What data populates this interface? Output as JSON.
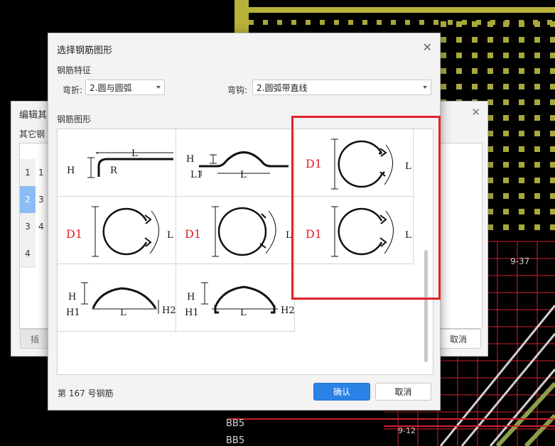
{
  "background": {
    "cad_labels": [
      "9-37",
      "BB5",
      "BB5",
      "9-12"
    ]
  },
  "back_dialog": {
    "title": "编辑其",
    "sub_label": "其它钢",
    "rows": [
      {
        "num": "1",
        "cell": "1"
      },
      {
        "num": "2",
        "cell": "3"
      },
      {
        "num": "3",
        "cell": "4"
      },
      {
        "num": "4",
        "cell": ""
      }
    ],
    "left_button": "插",
    "cancel_button": "取消"
  },
  "dialog": {
    "title": "选择钢筋图形",
    "close_glyph": "✕",
    "feature_section": "钢筋特征",
    "bend_label": "弯折:",
    "bend_value": "2.圆与圆弧",
    "hook_label": "弯钩:",
    "hook_value": "2.圆弧带直线",
    "shape_section": "钢筋图形",
    "status": "第 167 号钢筋",
    "ok_button": "确认",
    "cancel_button": "取消"
  },
  "shapes": [
    {
      "id": "hook-bend",
      "labels": {
        "h": "H",
        "l": "L",
        "r": "R"
      }
    },
    {
      "id": "arc-legs",
      "labels": {
        "h": "H",
        "l1": "L1",
        "l": "L"
      }
    },
    {
      "id": "circle-hook-a",
      "labels": {
        "d": "D1",
        "l": "L"
      }
    },
    {
      "id": "circle-hook-b",
      "labels": {
        "d": "D1",
        "l": "L"
      }
    },
    {
      "id": "circle-hook-c",
      "labels": {
        "d": "D1",
        "l": "L"
      }
    },
    {
      "id": "circle-hook-d",
      "labels": {
        "d": "D1",
        "l": "L"
      }
    },
    {
      "id": "arc-flat",
      "labels": {
        "h": "H",
        "h1": "H1",
        "l": "L",
        "h2": "H2"
      }
    },
    {
      "id": "arc-hooked",
      "labels": {
        "h": "H",
        "h1": "H1",
        "l": "L",
        "h2": "H2"
      }
    }
  ],
  "colors": {
    "accent": "#2b82e6",
    "highlight": "#e0222a",
    "label_red": "#e0222a",
    "cad_yellow": "#b7b23a",
    "cad_red": "#d4202a"
  }
}
